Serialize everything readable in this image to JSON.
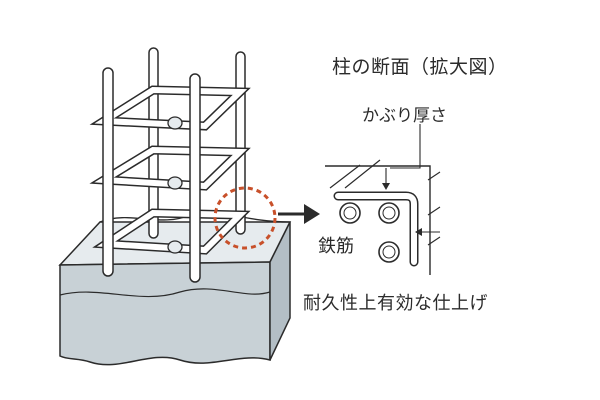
{
  "labels": {
    "section_title": "柱の断面（拡大図）",
    "cover_thickness": "かぶり厚さ",
    "rebar": "鉄筋",
    "finish": "耐久性上有効な仕上げ"
  },
  "colors": {
    "outline": "#2b2b2b",
    "concrete_top": "#e6ebee",
    "concrete_side": "#c8d1d6",
    "rebar_fill": "#ffffff",
    "highlight_circle": "#c8502a",
    "arrow": "#2b2b2b"
  }
}
